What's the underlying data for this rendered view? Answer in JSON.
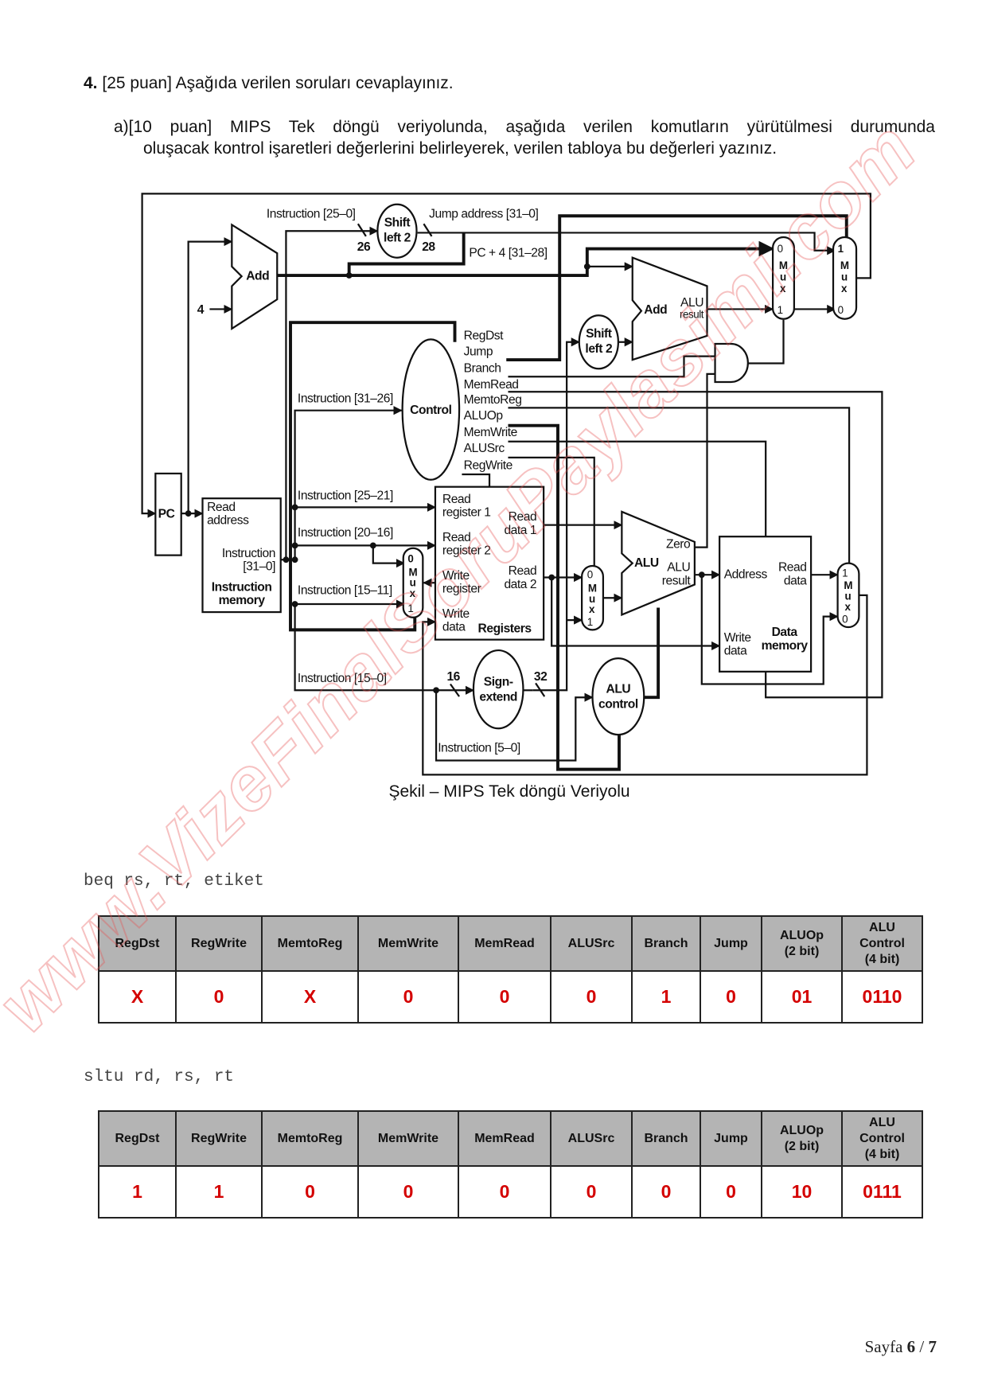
{
  "question": {
    "number": "4.",
    "text": "[25 puan] Aşağıda verilen soruları cevaplayınız.",
    "part_a_line1": "a)[10 puan] MIPS Tek döngü veriyolunda, aşağıda verilen komutların yürütülmesi durumunda",
    "part_a_line2": "oluşacak kontrol işaretleri değerlerini belirleyerek, verilen tabloya bu değerleri yazınız."
  },
  "diagram": {
    "instr_25_0": "Instruction [25–0]",
    "shift1": [
      "Shift",
      "left 2"
    ],
    "jump_address": "Jump address [31–0]",
    "pc4": "PC + 4 [31–28]",
    "bits": {
      "b26": "26",
      "b28": "28",
      "b16": "16",
      "b32": "32"
    },
    "add1": "Add",
    "four": "4",
    "add2": "Add",
    "add2_result": [
      "ALU",
      "result"
    ],
    "shift2": [
      "Shift",
      "left 2"
    ],
    "control": "Control",
    "signals": [
      "RegDst",
      "Jump",
      "Branch",
      "MemRead",
      "MemtoReg",
      "ALUOp",
      "MemWrite",
      "ALUSrc",
      "RegWrite"
    ],
    "instr_31_26": "Instruction [31–26]",
    "instr_25_21": "Instruction [25–21]",
    "instr_20_16": "Instruction [20–16]",
    "instr_15_11": "Instruction [15–11]",
    "instr_15_0": "Instruction [15–0]",
    "instr_5_0": "Instruction [5–0]",
    "pc": "PC",
    "imem": [
      "Read",
      "address",
      "Instruction",
      "[31–0]",
      "Instruction",
      "memory"
    ],
    "regs": [
      "Read",
      "register 1",
      "Read",
      "register 2",
      "Write",
      "register",
      "Write",
      "data",
      "Registers",
      "Read",
      "data 1",
      "Read",
      "data 2"
    ],
    "mux": [
      "M",
      "u",
      "x"
    ],
    "mux_ports": {
      "zero": "0",
      "one": "1"
    },
    "alu": "ALU",
    "zero": "Zero",
    "alu_result": [
      "ALU",
      "result"
    ],
    "dmem": [
      "Address",
      "Read",
      "data",
      "Write",
      "data",
      "Data",
      "memory"
    ],
    "sign_extend": [
      "Sign-",
      "extend"
    ],
    "alu_control": [
      "ALU",
      "control"
    ]
  },
  "caption": "Şekil – MIPS Tek döngü Veriyolu",
  "headers": [
    "RegDst",
    "RegWrite",
    "MemtoReg",
    "MemWrite",
    "MemRead",
    "ALUSrc",
    "Branch",
    "Jump",
    "ALUOp\n(2 bit)",
    "ALU\nControl\n(4 bit)"
  ],
  "tables": [
    {
      "instruction": "beq rs, rt, etiket",
      "values": [
        "X",
        "0",
        "X",
        "0",
        "0",
        "0",
        "1",
        "0",
        "01",
        "0110"
      ]
    },
    {
      "instruction": "sltu rd, rs, rt",
      "values": [
        "1",
        "1",
        "0",
        "0",
        "0",
        "0",
        "0",
        "0",
        "10",
        "0111"
      ]
    }
  ],
  "footer": {
    "prefix": "Sayfa ",
    "page": "6",
    "sep": " / ",
    "total": "7"
  },
  "watermark": "www.VizeFinalSoruPaylasimi.com",
  "colors": {
    "answer": "#d40000",
    "header_bg": "#b4b4b4",
    "watermark": "#e85050"
  }
}
